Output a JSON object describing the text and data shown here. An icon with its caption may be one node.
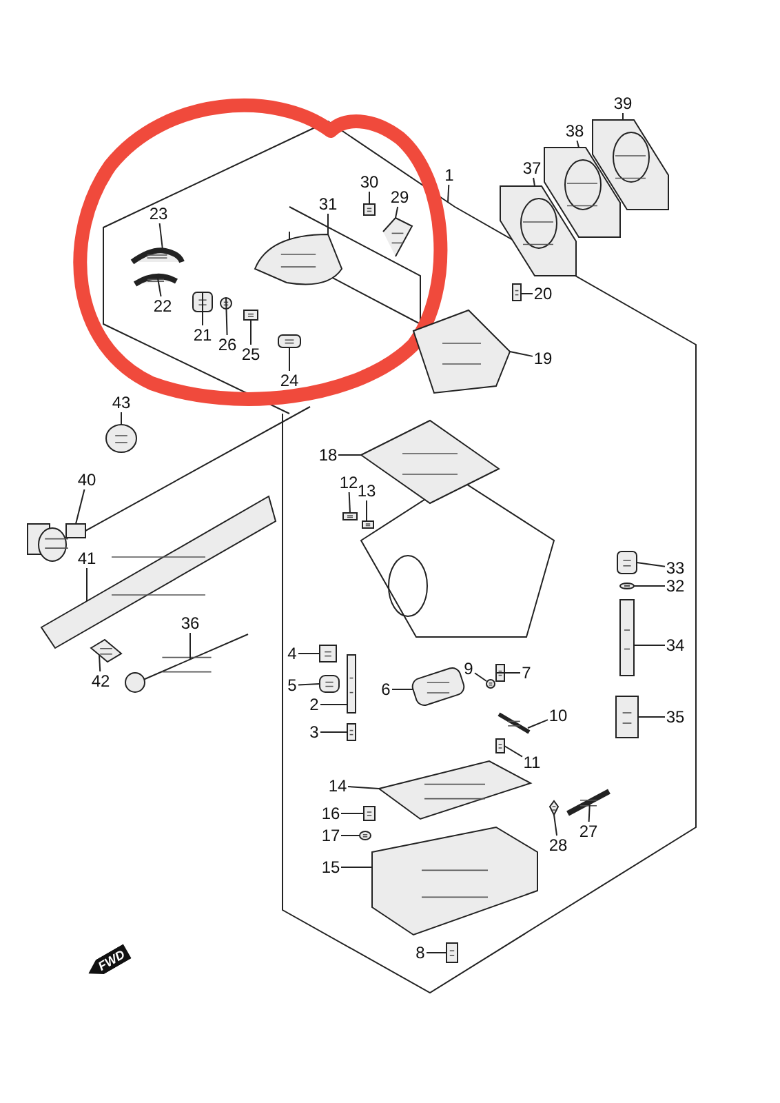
{
  "diagram": {
    "nodes": [
      {
        "text": [
          "23"
        ]
      },
      {
        "text": [
          "30"
        ]
      },
      {
        "text": [
          "29"
        ]
      },
      {
        "text": [
          "31"
        ]
      },
      {
        "text": [
          "1"
        ]
      },
      {
        "text": [
          "39"
        ]
      },
      {
        "text": [
          "38"
        ]
      },
      {
        "text": [
          "37"
        ]
      },
      {
        "text": [
          "22"
        ]
      },
      {
        "text": [
          "21"
        ]
      },
      {
        "text": [
          "26"
        ]
      },
      {
        "text": [
          "25"
        ]
      },
      {
        "text": [
          "24"
        ]
      },
      {
        "text": [
          "20"
        ]
      },
      {
        "text": [
          "19"
        ]
      },
      {
        "text": [
          "43"
        ]
      },
      {
        "text": [
          "18"
        ]
      },
      {
        "text": [
          "12"
        ]
      },
      {
        "text": [
          "13"
        ]
      },
      {
        "text": [
          "40"
        ]
      },
      {
        "text": [
          "33"
        ]
      },
      {
        "text": [
          "32"
        ]
      },
      {
        "text": [
          "41"
        ]
      },
      {
        "text": [
          "34"
        ]
      },
      {
        "text": [
          "36"
        ]
      },
      {
        "text": [
          "4"
        ]
      },
      {
        "text": [
          "9"
        ]
      },
      {
        "text": [
          "7"
        ]
      },
      {
        "text": [
          "42"
        ]
      },
      {
        "text": [
          "5"
        ]
      },
      {
        "text": [
          "6"
        ]
      },
      {
        "text": [
          "2"
        ]
      },
      {
        "text": [
          "10"
        ]
      },
      {
        "text": [
          "35"
        ]
      },
      {
        "text": [
          "3"
        ]
      },
      {
        "text": [
          "11"
        ]
      },
      {
        "text": [
          "14"
        ]
      },
      {
        "text": [
          "16"
        ]
      },
      {
        "text": [
          "27"
        ]
      },
      {
        "text": [
          "17"
        ]
      },
      {
        "text": [
          "28"
        ]
      },
      {
        "text": [
          "15"
        ]
      },
      {
        "text": [
          "8"
        ]
      },
      {
        "text": [],
        "shape": "picture"
      },
      {
        "text": [],
        "shape": "picture"
      },
      {
        "text": [],
        "shape": "picture"
      },
      {
        "text": [],
        "shape": "picture"
      },
      {
        "text": [],
        "shape": "picture"
      },
      {
        "text": [],
        "shape": "picture"
      },
      {
        "text": [],
        "shape": "picture"
      },
      {
        "text": [],
        "shape": "picture"
      },
      {
        "text": [],
        "shape": "picture"
      },
      {
        "text": [],
        "shape": "picture"
      },
      {
        "text": [],
        "shape": "picture"
      },
      {
        "text": [],
        "shape": "picture"
      },
      {
        "text": [],
        "shape": "picture"
      },
      {
        "text": [],
        "shape": "picture"
      },
      {
        "text": [],
        "shape": "picture"
      },
      {
        "text": [],
        "shape": "picture"
      },
      {
        "text": [],
        "shape": "picture"
      },
      {
        "text": [],
        "shape": "picture"
      },
      {
        "text": [],
        "shape": "picture"
      },
      {
        "text": [],
        "shape": "picture"
      },
      {
        "text": [],
        "shape": "picture"
      },
      {
        "text": [],
        "shape": "picture"
      },
      {
        "text": [],
        "shape": "picture"
      },
      {
        "text": [],
        "shape": "picture"
      },
      {
        "text": [],
        "shape": "picture"
      },
      {
        "text": [],
        "shape": "picture"
      },
      {
        "text": [],
        "shape": "picture"
      },
      {
        "text": [],
        "shape": "picture"
      },
      {
        "text": [],
        "shape": "picture"
      },
      {
        "text": [],
        "shape": "picture"
      },
      {
        "text": [],
        "shape": "picture"
      },
      {
        "text": [],
        "shape": "picture"
      },
      {
        "text": [],
        "shape": "picture"
      },
      {
        "text": [],
        "shape": "picture"
      },
      {
        "text": [],
        "shape": "picture"
      },
      {
        "text": [],
        "shape": "picture"
      },
      {
        "text": [],
        "shape": "picture"
      },
      {
        "text": [],
        "shape": "picture"
      },
      {
        "text": [],
        "shape": "picture"
      },
      {
        "text": [],
        "shape": "picture"
      },
      {
        "text": [],
        "shape": "picture"
      },
      {
        "text": [],
        "shape": "picture"
      }
    ],
    "edges": [
      {
        "from": 0,
        "to": 43,
        "arrow": "none"
      },
      {
        "from": 1,
        "to": 44,
        "arrow": "none"
      },
      {
        "from": 2,
        "to": 45,
        "arrow": "none"
      },
      {
        "from": 3,
        "to": 46,
        "arrow": "none"
      },
      {
        "from": 4,
        "to": null,
        "arrow": "none"
      },
      {
        "from": 5,
        "to": 47,
        "arrow": "none"
      },
      {
        "from": 6,
        "to": 48,
        "arrow": "none"
      },
      {
        "from": 7,
        "to": 49,
        "arrow": "none"
      },
      {
        "from": 8,
        "to": 50,
        "arrow": "none"
      },
      {
        "from": 9,
        "to": 51,
        "arrow": "none"
      },
      {
        "from": 10,
        "to": 52,
        "arrow": "none"
      },
      {
        "from": 11,
        "to": 53,
        "arrow": "none"
      },
      {
        "from": 12,
        "to": 54,
        "arrow": "none"
      },
      {
        "from": 13,
        "to": 55,
        "arrow": "none"
      },
      {
        "from": 14,
        "to": 56,
        "arrow": "none"
      },
      {
        "from": 15,
        "to": 57,
        "arrow": "none"
      },
      {
        "from": 16,
        "to": 58,
        "arrow": "none"
      },
      {
        "from": 17,
        "to": 59,
        "arrow": "none"
      },
      {
        "from": 18,
        "to": 60,
        "arrow": "none"
      },
      {
        "from": 19,
        "to": 61,
        "arrow": "none"
      },
      {
        "from": 20,
        "to": 62,
        "arrow": "none"
      },
      {
        "from": 21,
        "to": 63,
        "arrow": "none"
      },
      {
        "from": 22,
        "to": 64,
        "arrow": "none"
      },
      {
        "from": 23,
        "to": 65,
        "arrow": "none"
      },
      {
        "from": 24,
        "to": 66,
        "arrow": "none"
      },
      {
        "from": 25,
        "to": 67,
        "arrow": "none"
      },
      {
        "from": 26,
        "to": 68,
        "arrow": "none"
      },
      {
        "from": 27,
        "to": 69,
        "arrow": "none"
      },
      {
        "from": 28,
        "to": 70,
        "arrow": "none"
      },
      {
        "from": 29,
        "to": 71,
        "arrow": "none"
      },
      {
        "from": 30,
        "to": 72,
        "arrow": "none"
      },
      {
        "from": 31,
        "to": 73,
        "arrow": "none"
      },
      {
        "from": 32,
        "to": 74,
        "arrow": "none"
      },
      {
        "from": 33,
        "to": 75,
        "arrow": "none"
      },
      {
        "from": 34,
        "to": 76,
        "arrow": "none"
      },
      {
        "from": 35,
        "to": 77,
        "arrow": "none"
      },
      {
        "from": 36,
        "to": 78,
        "arrow": "none"
      },
      {
        "from": 37,
        "to": 79,
        "arrow": "none"
      },
      {
        "from": 38,
        "to": 80,
        "arrow": "none"
      },
      {
        "from": 39,
        "to": 81,
        "arrow": "none"
      },
      {
        "from": 40,
        "to": 82,
        "arrow": "none"
      },
      {
        "from": 41,
        "to": 83,
        "arrow": "none"
      },
      {
        "from": 42,
        "to": 84,
        "arrow": "none"
      }
    ],
    "labels": [
      "FWD"
    ]
  }
}
